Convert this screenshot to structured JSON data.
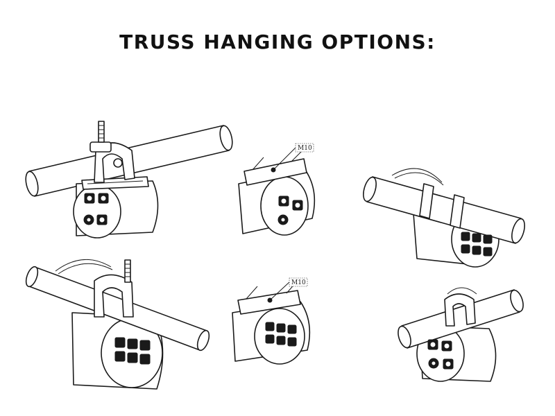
{
  "title": "TRUSS HANGING OPTIONS:",
  "labels": {
    "bolt_top": "M10",
    "bolt_bottom": "M10"
  }
}
